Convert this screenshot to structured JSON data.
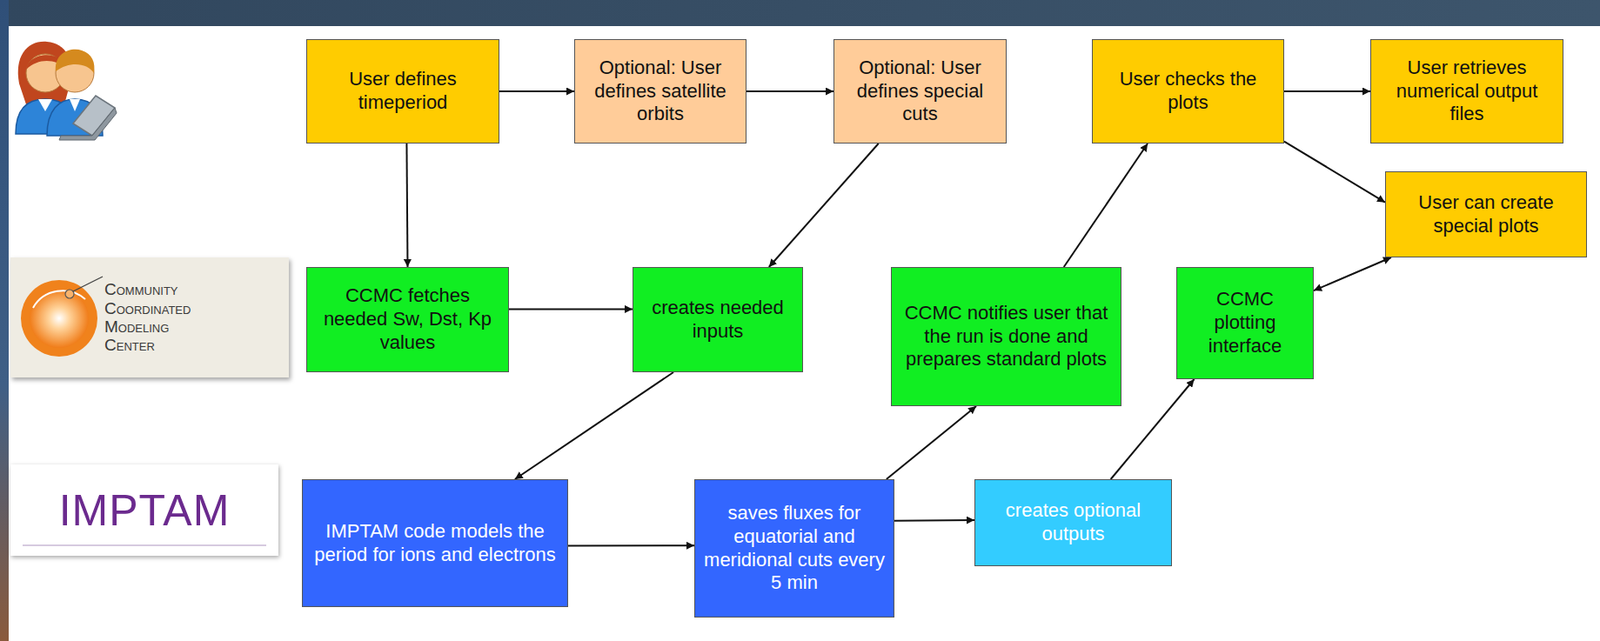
{
  "diagram": {
    "nodes": [
      {
        "text": [
          "User defines timeperiod"
        ]
      },
      {
        "text": [
          "Optional: User defines satellite orbits"
        ]
      },
      {
        "text": [
          "Optional: User defines special cuts"
        ]
      },
      {
        "text": [
          "User checks the plots"
        ]
      },
      {
        "text": [
          "User retrieves numerical output files"
        ]
      },
      {
        "text": [
          "User can create special plots"
        ]
      },
      {
        "text": [
          "Community Coordinated Modeling Center"
        ]
      },
      {
        "text": [
          "CCMC fetches needed Sw, Dst, Kp values"
        ]
      },
      {
        "text": [
          "creates needed inputs"
        ]
      },
      {
        "text": [
          "CCMC notifies user that the run is done and prepares standard plots"
        ]
      },
      {
        "text": [
          "CCMC plotting interface"
        ]
      },
      {
        "text": [
          "IMPTAM"
        ]
      },
      {
        "text": [
          "IMPTAM code models the period for ions and electrons"
        ]
      },
      {
        "text": [
          "saves fluxes for equatorial and meridional cuts every 5 min"
        ]
      },
      {
        "text": [
          "creates optional outputs"
        ]
      }
    ],
    "edges": [
      {
        "from": 0,
        "to": 1,
        "arrow": "to"
      },
      {
        "from": 1,
        "to": 2,
        "arrow": "to"
      },
      {
        "from": 0,
        "to": 7,
        "arrow": "to"
      },
      {
        "from": 2,
        "to": 8,
        "arrow": "to"
      },
      {
        "from": 7,
        "to": 8,
        "arrow": "to"
      },
      {
        "from": 8,
        "to": 12,
        "arrow": "to"
      },
      {
        "from": 12,
        "to": 13,
        "arrow": "to"
      },
      {
        "from": 13,
        "to": 9,
        "arrow": "to"
      },
      {
        "from": 13,
        "to": 14,
        "arrow": "to"
      },
      {
        "from": 9,
        "to": 3,
        "arrow": "to"
      },
      {
        "from": 14,
        "to": 10,
        "arrow": "to"
      },
      {
        "from": 3,
        "to": 4,
        "arrow": "to"
      },
      {
        "from": 3,
        "to": 5,
        "arrow": "to"
      },
      {
        "from": 10,
        "to": 5,
        "arrow": "both"
      }
    ]
  }
}
